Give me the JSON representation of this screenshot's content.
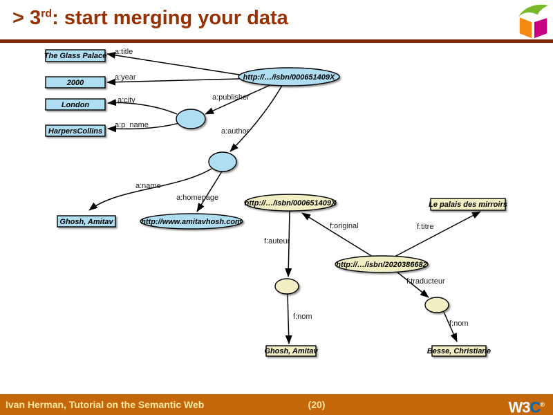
{
  "header": {
    "title_prefix": "> 3",
    "title_sup": "rd",
    "title_suffix": ": start merging your data"
  },
  "diagram": {
    "nodes": {
      "glass_palace": "The Glass Palace",
      "year_2000": "2000",
      "london": "London",
      "harpers_collins": "HarpersCollins",
      "ghosh_amitav_blue": "Ghosh, Amitav",
      "amitav_homepage": "http://www.amitavhosh.com",
      "isbn_000651409x_blue": "http://…/isbn/000651409X",
      "isbn_000651409x_yellow": "http://…/isbn/000651409X",
      "isbn_2020386682": "http://…/isbn/2020386682",
      "palais_des_mirroirs": "Le palais des mirroirs",
      "ghosh_amitav_yellow": "Ghosh, Amitav",
      "besse_christiane": "Besse, Christiane"
    },
    "edges": {
      "a_title": "a:title",
      "a_year": "a:year",
      "a_city": "a:city",
      "a_p_name": "a:p_name",
      "a_publisher": "a:publisher",
      "a_author": "a:author",
      "a_name": "a:name",
      "a_homepage": "a:homepage",
      "f_auteur": "f:auteur",
      "f_original": "f:original",
      "f_titre": "f:titre",
      "f_traducteur": "f:traducteur",
      "f_nom_left": "f:nom",
      "f_nom_right": "f:nom"
    },
    "colors": {
      "literal_blue": "#afddf1",
      "literal_yellow": "#f2efc5",
      "edge_stroke": "#000000"
    }
  },
  "footer": {
    "author": "Ivan Herman, Tutorial on the Semantic Web",
    "page_number": "(20)",
    "w3c_logo": {
      "w3": "W3",
      "c": "C",
      "mark": "®"
    }
  },
  "colors": {
    "accent": "#943105",
    "header_rule": "#7e2a05",
    "footer_bg": "#c4660a",
    "footer_text": "#ffe9a3",
    "w3c_blue": "#0a66ae",
    "sweo_orange": "#f28a10",
    "sweo_magenta": "#c6007e",
    "sweo_green": "#79b928"
  }
}
